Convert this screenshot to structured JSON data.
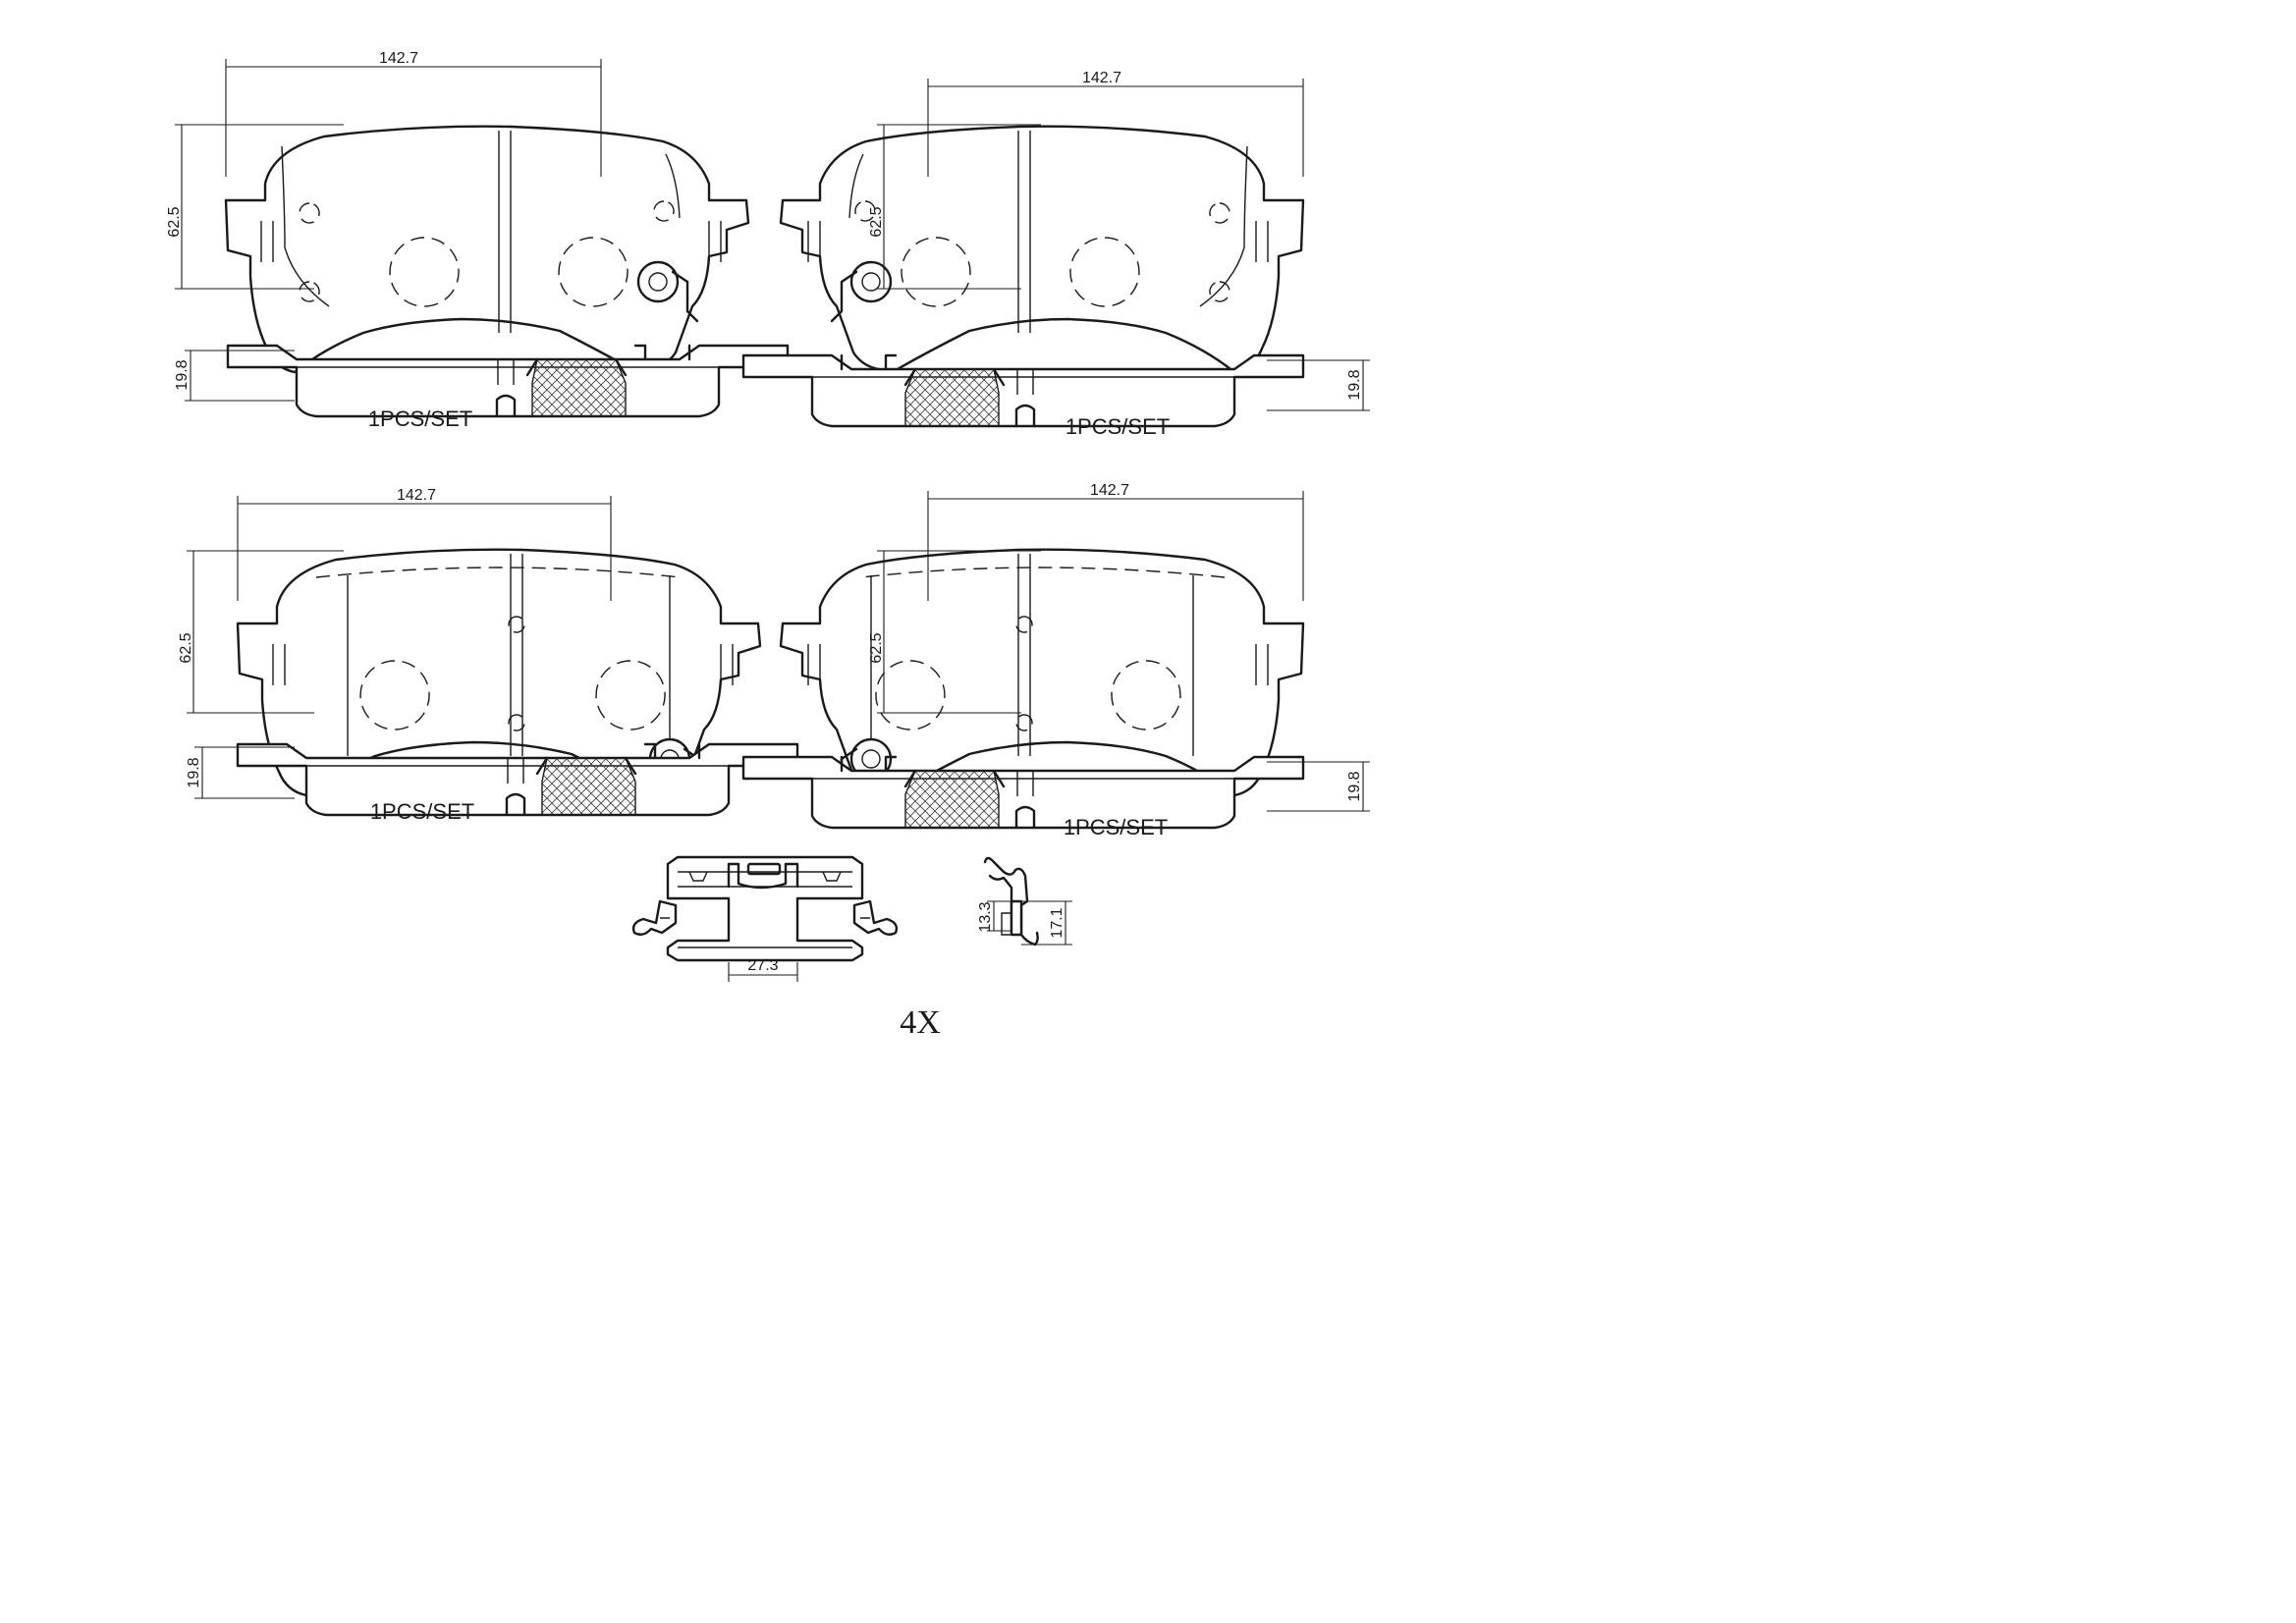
{
  "views": [
    {
      "id": "pad-top-left",
      "width_label": "142.7",
      "height_label": "62.5",
      "thickness_label": "19.8",
      "qty_label": "1PCS/SET"
    },
    {
      "id": "pad-top-right",
      "width_label": "142.7",
      "height_label": "62.5",
      "thickness_label": "19.8",
      "qty_label": "1PCS/SET"
    },
    {
      "id": "pad-bottom-left",
      "width_label": "142.7",
      "height_label": "62.5",
      "thickness_label": "19.8",
      "qty_label": "1PCS/SET"
    },
    {
      "id": "pad-bottom-right",
      "width_label": "142.7",
      "height_label": "62.5",
      "thickness_label": "19.8",
      "qty_label": "1PCS/SET"
    }
  ],
  "clip": {
    "width_label": "27.3"
  },
  "spring": {
    "height_small_label": "13.3",
    "height_large_label": "17.1"
  },
  "quantity": {
    "label": "4X"
  }
}
